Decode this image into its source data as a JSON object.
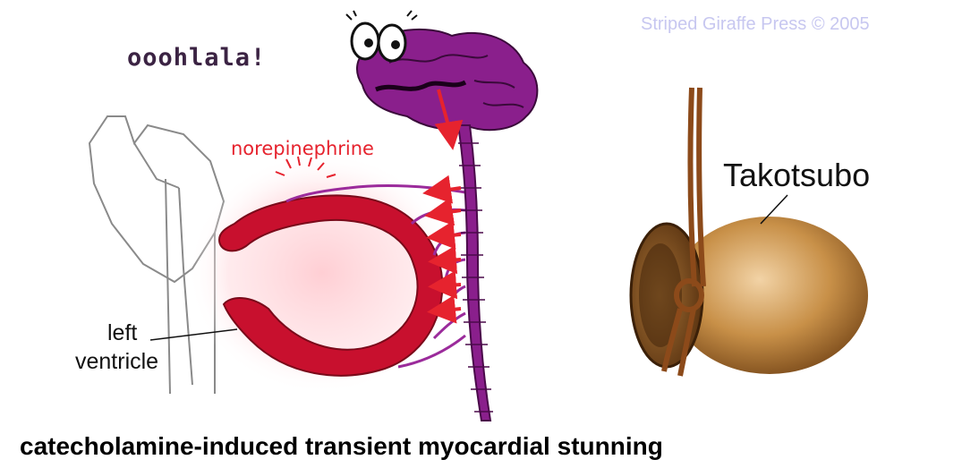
{
  "credit": "Striped Giraffe Press © 2005",
  "exclamation": "ooohlala!",
  "labels": {
    "neurotransmitter": "norepinephrine",
    "jar": "Takotsubo",
    "chamber_line1": "left",
    "chamber_line2": "ventricle"
  },
  "caption": "catecholamine-induced transient myocardial stunning",
  "colors": {
    "brain": "#8a1f8c",
    "ventricle": "#c8102e",
    "glow": "#ffd2d6",
    "arrows": "#e6232e",
    "pot": "#c08a3e",
    "rope": "#9a5a2a"
  },
  "icons": [
    "brain-with-eyes",
    "spinal-cord",
    "heart-outline",
    "left-ventricle",
    "octopus-trap-pot",
    "rope"
  ]
}
